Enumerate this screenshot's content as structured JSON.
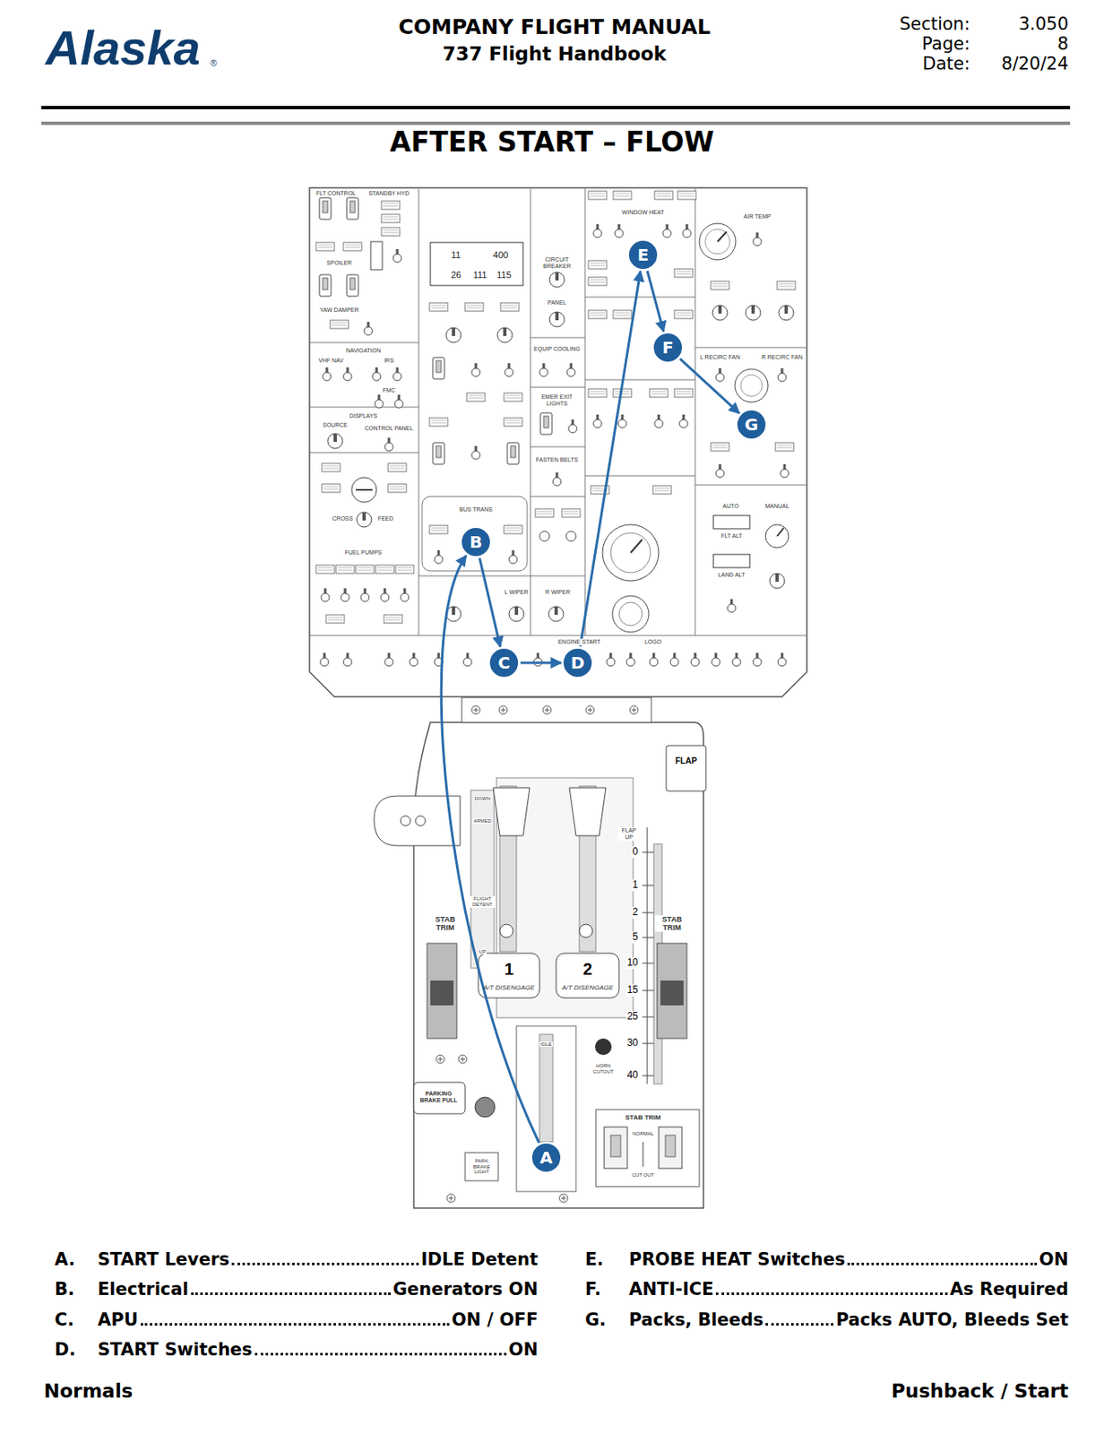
{
  "diagram": {
    "title": "AFTER START – FLOW",
    "nodes": [
      {
        "text": [
          "A"
        ]
      },
      {
        "text": [
          "B"
        ]
      },
      {
        "text": [
          "C"
        ]
      },
      {
        "text": [
          "D"
        ]
      },
      {
        "text": [
          "E"
        ]
      },
      {
        "text": [
          "F"
        ]
      },
      {
        "text": [
          "G"
        ]
      }
    ],
    "edges": [
      {
        "from": 0,
        "to": 1,
        "arrow": "to"
      },
      {
        "from": 1,
        "to": 2,
        "arrow": "to"
      },
      {
        "from": 2,
        "to": 3,
        "arrow": "to"
      },
      {
        "from": 3,
        "to": 4,
        "arrow": "to"
      },
      {
        "from": 4,
        "to": 5,
        "arrow": "to"
      },
      {
        "from": 5,
        "to": 6,
        "arrow": "to"
      }
    ],
    "labels": [
      "Alaska",
      "®",
      "COMPANY FLIGHT MANUAL",
      "737 Flight Handbook",
      "Section:",
      "3.050",
      "Page:",
      "8",
      "Date:",
      "8/20/24",
      "FLT CONTROL",
      "STANDBY HYD",
      "SPOILER",
      "YAW DAMPER",
      "NAVIGATION",
      "VHF NAV",
      "IRS",
      "FMC",
      "DISPLAYS",
      "SOURCE",
      "CONTROL PANEL",
      "CROSS",
      "FEED",
      "FUEL PUMPS",
      "11",
      "400",
      "26",
      "111",
      "115",
      "CIRCUIT BREAKER",
      "PANEL",
      "EQUIP COOLING",
      "EMER EXIT LIGHTS",
      "FASTEN BELTS",
      "BUS TRANS",
      "L WIPER",
      "R WIPER",
      "ENGINE START",
      "WINDOW HEAT",
      "AIR TEMP",
      "L RECIRC FAN",
      "R RECIRC FAN",
      "AUTO",
      "MANUAL",
      "FLT ALT",
      "LAND ALT",
      "LOGO",
      "FLAP",
      "FLAP UP",
      "0",
      "1",
      "2",
      "5",
      "10",
      "15",
      "25",
      "30",
      "40",
      "DOWN",
      "ARMED",
      "FLIGHT DETENT",
      "UP",
      "STAB TRIM",
      "STAB TRIM",
      "1",
      "2",
      "A/T DISENGAGE",
      "A/T DISENGAGE",
      "IDLE",
      "HORN CUTOUT",
      "PARKING BRAKE PULL",
      "PARK BRAKE LIGHT",
      "STAB TRIM",
      "NORMAL",
      "CUT OUT",
      "A.",
      "START Levers",
      "IDLE Detent",
      "B.",
      "Electrical",
      "Generators ON",
      "C.",
      "APU",
      "ON / OFF",
      "D.",
      "START Switches",
      "ON",
      "E.",
      "PROBE HEAT Switches",
      "ON",
      "F.",
      "ANTI-ICE",
      "As Required",
      "G.",
      "Packs, Bleeds",
      "Packs AUTO, Bleeds Set",
      "Normals",
      "Pushback / Start"
    ]
  }
}
